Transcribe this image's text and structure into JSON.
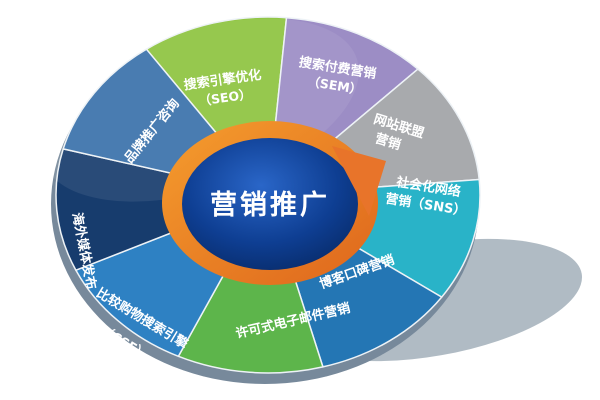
{
  "diagram": {
    "center": {
      "label": "营销推广"
    },
    "colors": {
      "arrow": "#E8742A",
      "ring_light": "#F59D2E",
      "ring_dark": "#DE661C",
      "hub_dark_blue": "#0B3A8C",
      "shadow": "#96A4B0",
      "rim": "#77899B",
      "divider": "#EDF2F6"
    },
    "segments": [
      {
        "name": "seo",
        "color": "#8EC43F",
        "line1": "搜索引擎优化",
        "line2": "（SEO）"
      },
      {
        "name": "sem",
        "color": "#9C8DC5",
        "line1": "搜索付费营销",
        "line2": "（SEM）"
      },
      {
        "name": "affiliate",
        "color": "#A8AAAD",
        "line1": "网站联盟",
        "line2": "营销"
      },
      {
        "name": "sns",
        "color": "#29B3C8",
        "line1": "社会化网络",
        "line2": "营销（SNS）"
      },
      {
        "name": "blog",
        "color": "#2476B4",
        "line1": "博客口碑营销"
      },
      {
        "name": "email",
        "color": "#5DB54B",
        "line1": "许可式电子邮件营销"
      },
      {
        "name": "cse",
        "color": "#2E81C3",
        "line1": "比较购物搜索引擎",
        "line2": "（CSE）"
      },
      {
        "name": "overseas",
        "color": "#173C6D",
        "line1": "海外媒体发布"
      },
      {
        "name": "brand",
        "color": "#3A71AB",
        "line1": "品牌推广咨询"
      }
    ]
  }
}
